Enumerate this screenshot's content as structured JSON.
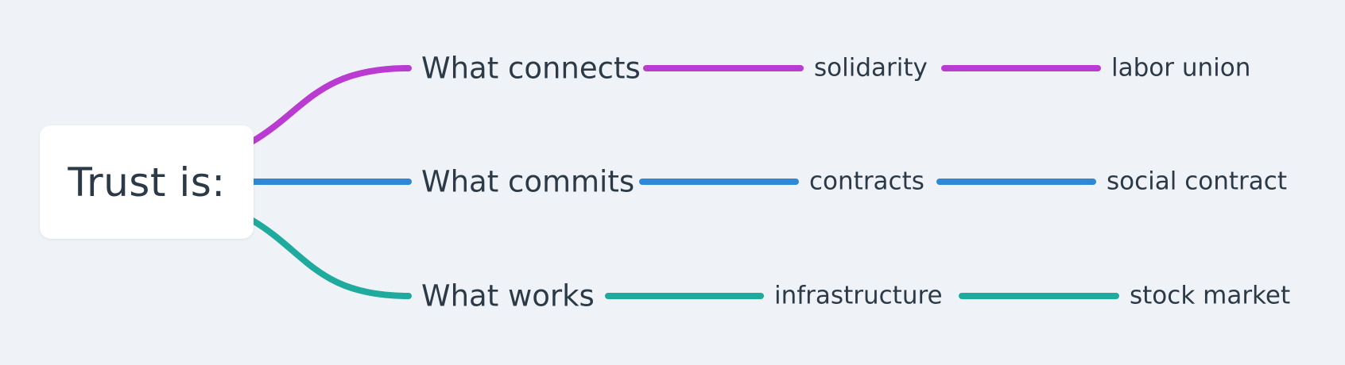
{
  "root": {
    "label": "Trust is:"
  },
  "branches": [
    {
      "label": "What connects",
      "color": "#b93bd1",
      "children": [
        {
          "label": "solidarity"
        },
        {
          "label": "labor union"
        }
      ]
    },
    {
      "label": "What commits",
      "color": "#2f88d6",
      "children": [
        {
          "label": "contracts"
        },
        {
          "label": "social contract"
        }
      ]
    },
    {
      "label": "What works",
      "color": "#1eaa9c",
      "children": [
        {
          "label": "infrastructure"
        },
        {
          "label": "stock market"
        }
      ]
    }
  ]
}
